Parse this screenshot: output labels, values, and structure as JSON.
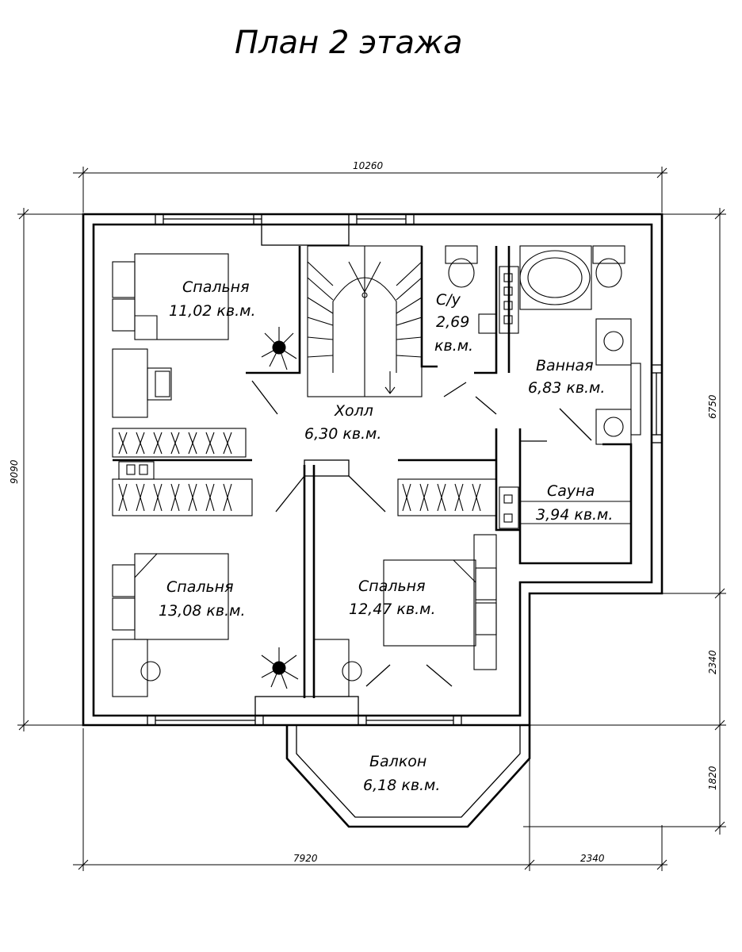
{
  "title": "План 2   этажа",
  "rooms": [
    {
      "name": "Спальня",
      "area": "11,02 кв.м."
    },
    {
      "name": "С/у",
      "area_line1": "2,69",
      "area_line2": "кв.м."
    },
    {
      "name": "Холл",
      "area": "6,30 кв.м."
    },
    {
      "name": "Ванная",
      "area": "6,83 кв.м."
    },
    {
      "name": "Сауна",
      "area": "3,94 кв.м."
    },
    {
      "name": "Спальня",
      "area": "13,08 кв.м."
    },
    {
      "name": "Спальня",
      "area": "12,47 кв.м."
    },
    {
      "name": "Балкон",
      "area": "6,18 кв.м."
    }
  ],
  "dimensions": {
    "top": "10260",
    "left": "9090",
    "right_upper": "6750",
    "right_middle": "2340",
    "right_lower": "1820",
    "bottom_left": "7920",
    "bottom_right": "2340"
  }
}
